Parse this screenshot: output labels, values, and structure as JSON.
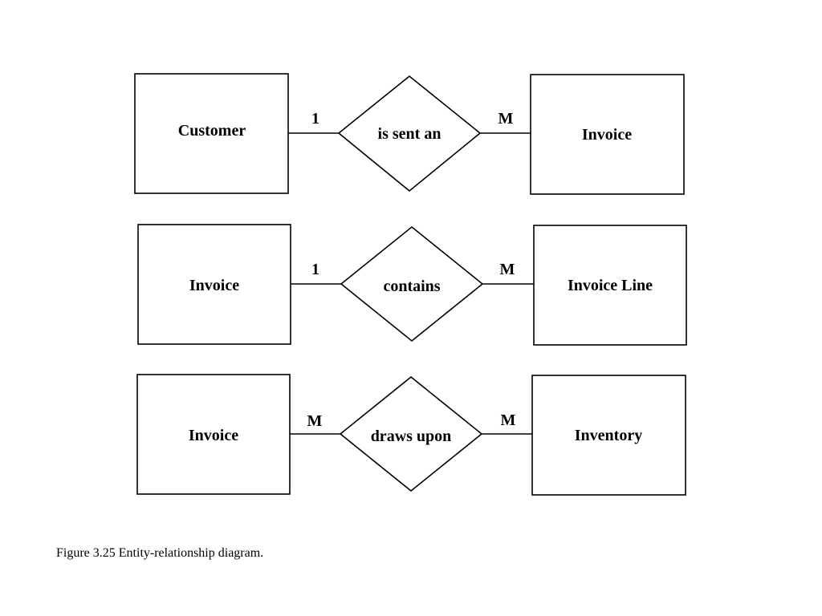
{
  "diagram_type": "entity-relationship",
  "relationships": [
    {
      "left_entity": "Customer",
      "relationship": "is sent an",
      "right_entity": "Invoice",
      "left_cardinality": "1",
      "right_cardinality": "M"
    },
    {
      "left_entity": "Invoice",
      "relationship": "contains",
      "right_entity": "Invoice Line",
      "left_cardinality": "1",
      "right_cardinality": "M"
    },
    {
      "left_entity": "Invoice",
      "relationship": "draws upon",
      "right_entity": "Inventory",
      "left_cardinality": "M",
      "right_cardinality": "M"
    }
  ],
  "caption": "Figure 3.25 Entity-relationship diagram.",
  "colors": {
    "line": "#000000",
    "background": "#ffffff"
  }
}
